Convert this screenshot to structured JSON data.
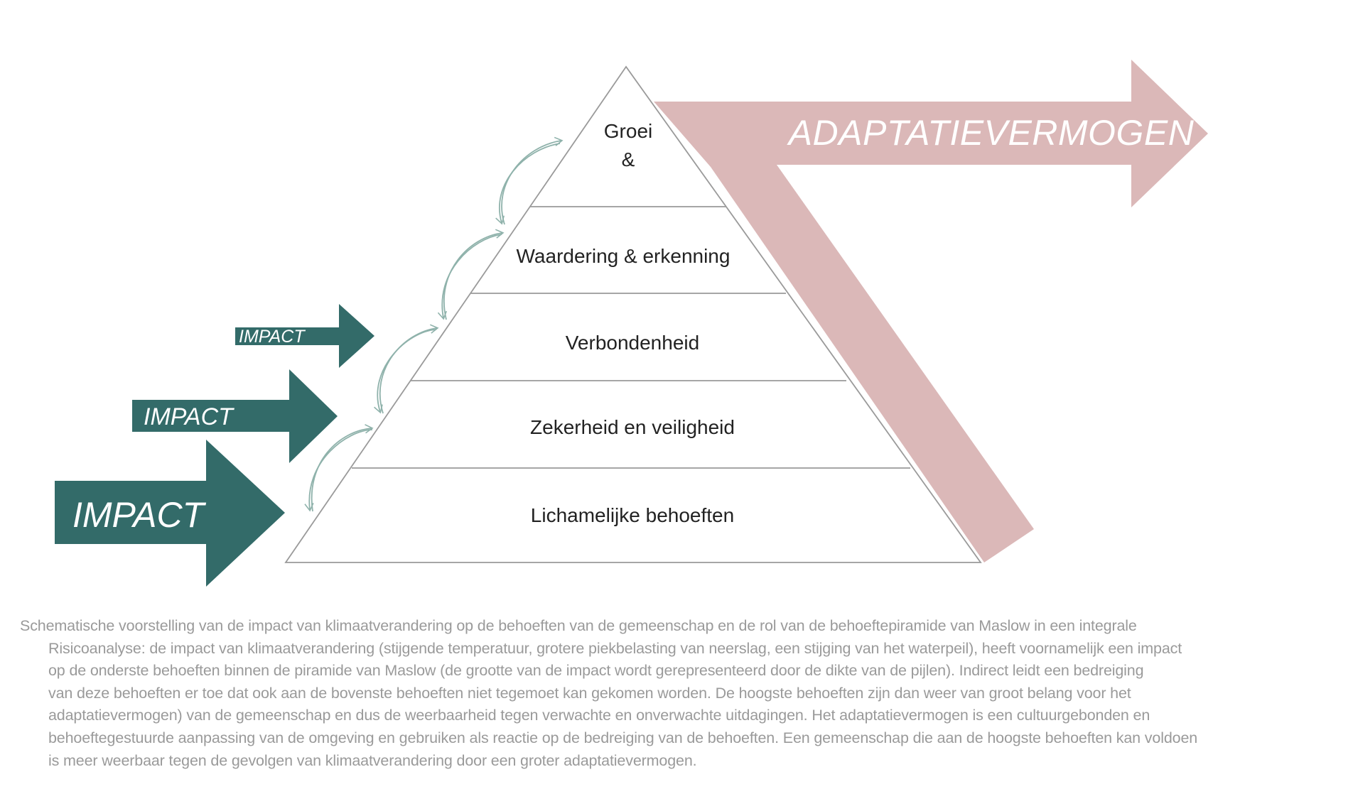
{
  "pyramid": {
    "levels": [
      {
        "id": "top",
        "lines": [
          "Groei",
          "&"
        ]
      },
      {
        "id": "esteem",
        "lines": [
          "Waardering & erkenning"
        ]
      },
      {
        "id": "belonging",
        "lines": [
          "Verbondenheid"
        ]
      },
      {
        "id": "safety",
        "lines": [
          "Zekerheid en veiligheid"
        ]
      },
      {
        "id": "physiological",
        "lines": [
          "Lichamelijke behoeften"
        ]
      }
    ]
  },
  "adaptation_arrow": {
    "label": "ADAPTATIEVERMOGEN",
    "color": "#dbb8b8"
  },
  "impact_arrows": {
    "color": "#336b69",
    "items": [
      {
        "id": "small",
        "label": "IMPACT"
      },
      {
        "id": "medium",
        "label": "IMPACT"
      },
      {
        "id": "large",
        "label": "IMPACT"
      }
    ]
  },
  "connector_color": "#8fb2ab",
  "caption": {
    "lines": [
      "Schematische voorstelling van de impact van klimaatverandering op de behoeften van de gemeenschap en de rol van de behoeftepiramide van Maslow in een integrale",
      "Risicoanalyse: de impact van klimaatverandering (stijgende temperatuur, grotere piekbelasting van neerslag, een stijging van het waterpeil), heeft voornamelijk een impact",
      "op de onderste behoeften binnen de piramide van Maslow (de grootte van de impact wordt gerepresenteerd door de dikte van de pijlen). Indirect leidt een bedreiging",
      "van deze behoeften er toe dat ook aan de bovenste behoeften niet tegemoet kan gekomen worden. De hoogste behoeften zijn dan weer van groot belang voor het",
      "adaptatievermogen) van de gemeenschap en dus de weerbaarheid tegen verwachte en onverwachte uitdagingen. Het adaptatievermogen is een cultuurgebonden en",
      "behoeftegestuurde aanpassing van de omgeving en gebruiken als reactie op de bedreiging van de behoeften. Een gemeenschap die aan de hoogste behoeften kan voldoen",
      "is meer weerbaar tegen de gevolgen van klimaatverandering door een groter adaptatievermogen."
    ]
  }
}
